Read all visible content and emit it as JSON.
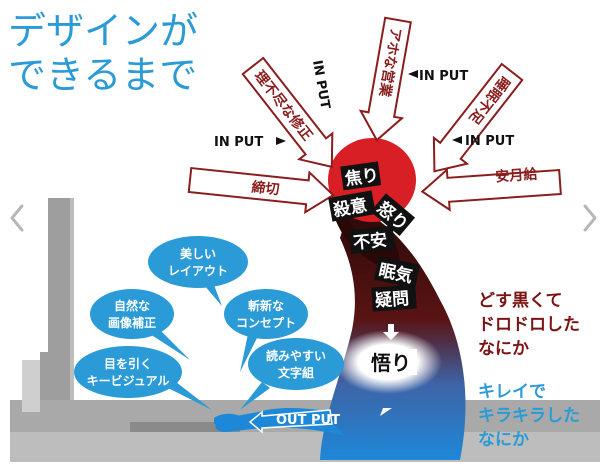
{
  "title": {
    "line1": "デザインが",
    "line2": "できるまで"
  },
  "input_label": "IN PUT",
  "output_label": "OUT PUT",
  "pressures": [
    "理不尽な修正",
    "アホな営業",
    "睡眠不足",
    "締切",
    "安月給"
  ],
  "emotions": [
    "焦り",
    "殺意",
    "怒り",
    "不安",
    "眠気",
    "疑問"
  ],
  "realization": "悟り",
  "bubbles": [
    {
      "line1": "美しい",
      "line2": "レイアウト"
    },
    {
      "line1": "自然な",
      "line2": "画像補正"
    },
    {
      "line1": "斬新な",
      "line2": "コンセプト"
    },
    {
      "line1": "目を引く",
      "line2": "キービジュアル"
    },
    {
      "line1": "読みやすい",
      "line2": "文字組"
    }
  ],
  "dark_caption": {
    "line1": "どす黒くて",
    "line2": "ドロドロした",
    "line3": "なにか"
  },
  "light_caption": {
    "line1": "キレイで",
    "line2": "キラキラした",
    "line3": "なにか"
  },
  "colors": {
    "title": "#2a9bd6",
    "head_red": "#d81f26",
    "arrow_border": "#8a1d1d",
    "dark_caption": "#7a1414",
    "bubble_blue": "#2a9bd6",
    "body_dark": "#3a0d0d",
    "body_light": "#1e88d8"
  },
  "icons": [
    "chevron-left-icon",
    "chevron-right-icon"
  ]
}
